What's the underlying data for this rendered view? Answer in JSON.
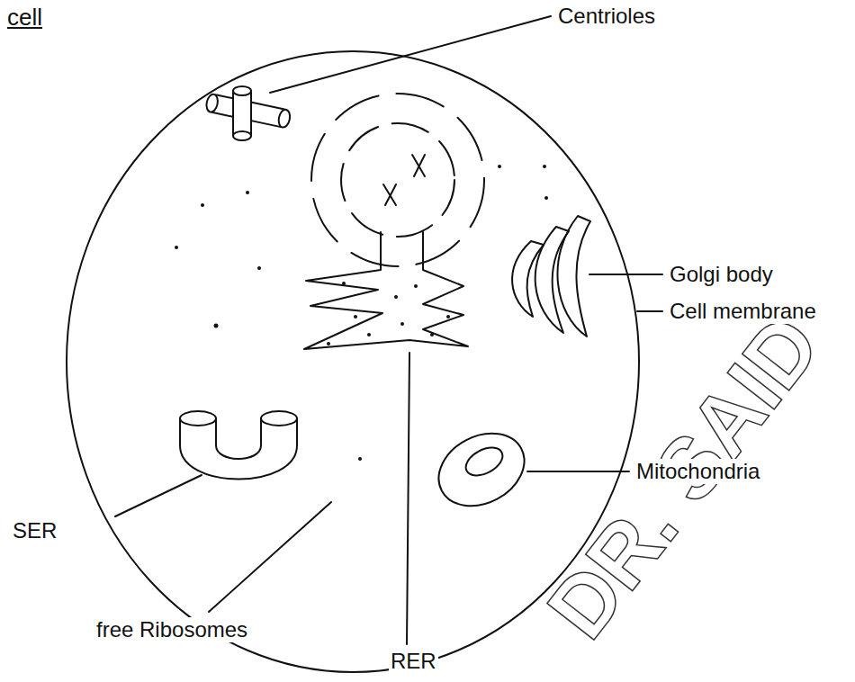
{
  "diagram": {
    "title": "cell",
    "labels": [
      "Centrioles",
      "Golgi body",
      "Cell membrane",
      "Mitochondria",
      "SER",
      "free Ribosomes",
      "RER",
      "DR. SAID"
    ]
  }
}
